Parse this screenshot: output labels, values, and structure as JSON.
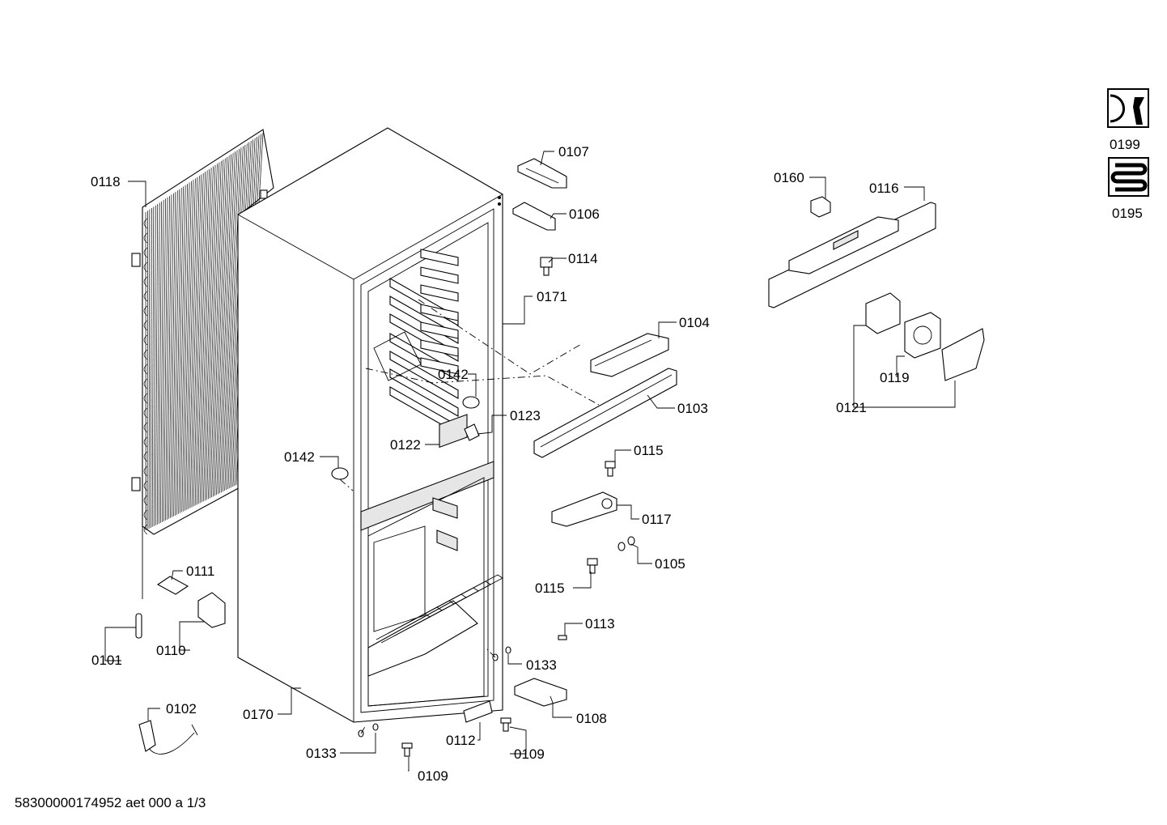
{
  "footer": {
    "document_id": "58300000174952 aet 000 a 1/3"
  },
  "labels": {
    "p0101": "0101",
    "p0102": "0102",
    "p0103": "0103",
    "p0104": "0104",
    "p0105": "0105",
    "p0106": "0106",
    "p0107": "0107",
    "p0108": "0108",
    "p0109a": "0109",
    "p0109b": "0109",
    "p0110": "0110",
    "p0111": "0111",
    "p0112": "0112",
    "p0113": "0113",
    "p0114": "0114",
    "p0115a": "0115",
    "p0115b": "0115",
    "p0116": "0116",
    "p0117": "0117",
    "p0118": "0118",
    "p0119": "0119",
    "p0121": "0121",
    "p0122": "0122",
    "p0123": "0123",
    "p0133a": "0133",
    "p0133b": "0133",
    "p0142a": "0142",
    "p0142b": "0142",
    "p0160": "0160",
    "p0170": "0170",
    "p0171": "0171",
    "p0195": "0195",
    "p0199": "0199"
  },
  "icons": {
    "service": "service-wrench-icon",
    "refrigerant": "refrigerant-coil-icon"
  }
}
